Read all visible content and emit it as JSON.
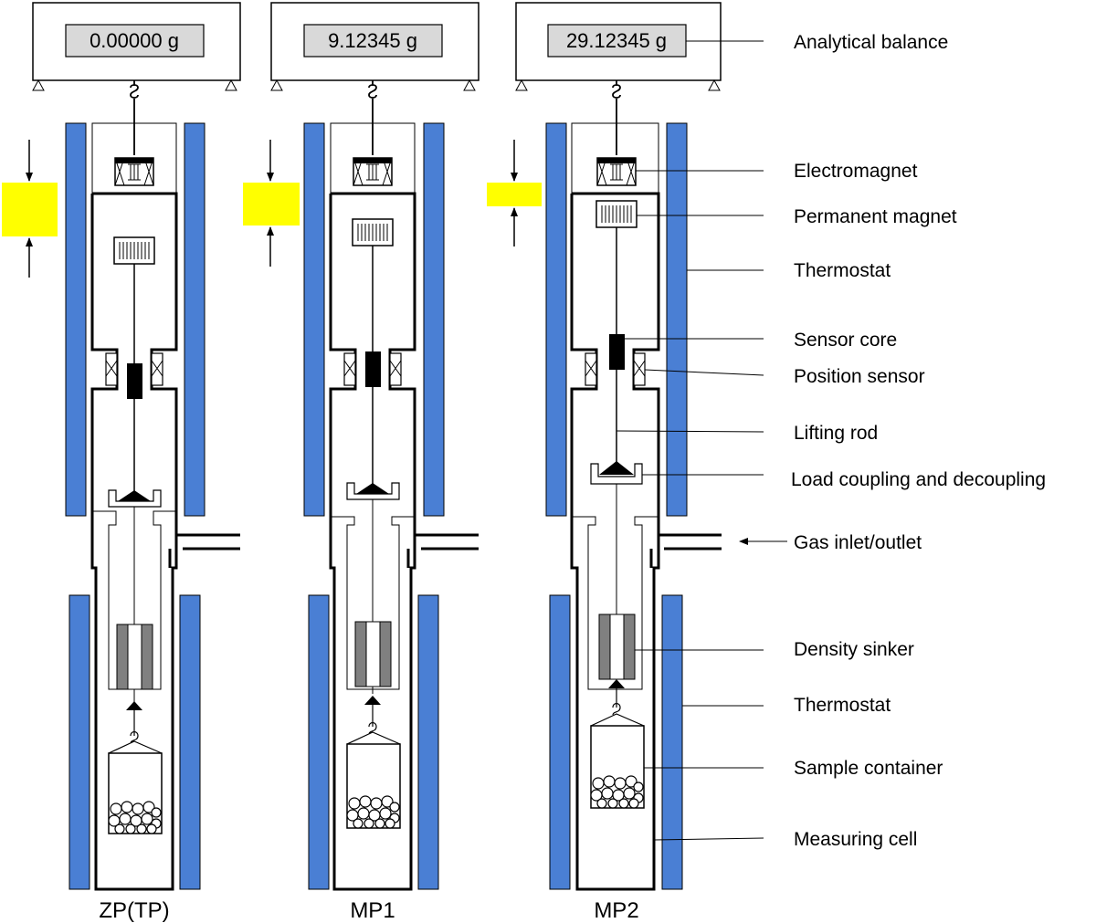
{
  "columns": [
    {
      "reading": "0.00000 g",
      "label": "ZP(TP)"
    },
    {
      "reading": "9.12345 g",
      "label": "MP1"
    },
    {
      "reading": "29.12345 g",
      "label": "MP2"
    }
  ],
  "callouts": {
    "analytical_balance": "Analytical balance",
    "electromagnet": "Electromagnet",
    "permanent_magnet": "Permanent magnet",
    "thermostat_upper": "Thermostat",
    "sensor_core": "Sensor core",
    "position_sensor": "Position sensor",
    "lifting_rod": "Lifting rod",
    "load_coupling": "Load coupling and decoupling",
    "gas_inlet_outlet": "Gas inlet/outlet",
    "density_sinker": "Density sinker",
    "thermostat_lower": "Thermostat",
    "sample_container": "Sample container",
    "measuring_cell": "Measuring cell"
  },
  "colors": {
    "thermostat": "#4a7fd4",
    "gap_indicator": "#ffff00",
    "display": "#d9d9d9",
    "sinker": "#808080",
    "line": "#000000"
  }
}
